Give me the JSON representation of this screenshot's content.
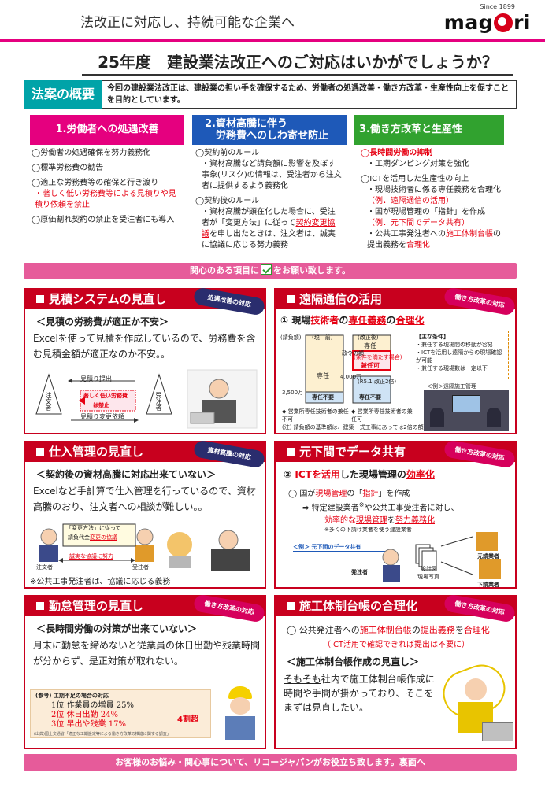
{
  "header": {
    "tagline": "法改正に対応し、持続可能な企業へ"
  },
  "logo": {
    "since": "Since 1899",
    "word_left": "mag",
    "word_right": "ri"
  },
  "title": "25年度　建設業法改正へのご対応はいかがでしょうか？",
  "overview": {
    "label": "法案の概要",
    "text": "今回の建設業法改正は、建設業の担い手を確保するため、労働者の処遇改善・働き方改革・生産性向上を促すことを目的としています。"
  },
  "columns": [
    {
      "heading": "1.労働者への処遇改善",
      "items": [
        "◯労働者の処遇確保を努力義務化",
        "◯標準労務費の勧告",
        "◯適正な労務費等の確保と行き渡り",
        "・著しく低い労務費等による見積りや見積り依頼を禁止",
        "◯原価割れ契約の禁止を受注者にも導入"
      ]
    },
    {
      "heading1": "2.資材高騰に伴う",
      "heading2": "労務費へのしわ寄せ防止",
      "items": [
        "◯契約前のルール",
        "・資材高騰など請負額に影響を及ぼす事象(リスク)の情報は、受注者から注文者に提供するよう義務化",
        "◯契約後のルール",
        "・資材高騰が顕在化した場合に、受注者が「変更方法」に従って",
        "契約変更協議",
        "を申し出たときは、注文者は、誠実に協議に応じる努力義務"
      ]
    },
    {
      "heading": "3.働き方改革と生産性",
      "items": [
        "◯長時間労働の抑制",
        "・工期ダンピング対策を強化",
        "◯ICTを活用した生産性の向上",
        "・現場技術者に係る専任義務を合理化",
        "（例．遠隔通信の活用）",
        "・国が現場管理の「指針」を作成",
        "（例．元下間でデータ共有）",
        "・公共工事発注者への",
        "施工体制台帳",
        "の提出義務を",
        "合理化"
      ]
    }
  ],
  "interest_bar": {
    "before": "関心のある項目に",
    "after": "をお願い致します。"
  },
  "panels": {
    "p1": {
      "title": "見積システムの見直し",
      "tag": "処遇改善の対応",
      "subtitle": "＜見積の労務費が適正か不安＞",
      "body": "Excelを使って見積を作成しているので、労務費を含む見積金額が適正なのか不安。。",
      "diagram": {
        "top": "見積り提出",
        "left": "注文者",
        "right": "受注者",
        "middle1": "著しく低い労務費",
        "middle2": "は禁止",
        "bottom": "見積り変更依頼"
      }
    },
    "p2": {
      "title": "遠隔通信の活用",
      "tag": "働き方改革の対応",
      "subtitle_prefix": "①",
      "subtitle_a": "現場",
      "subtitle_b": "技術者",
      "subtitle_c": "の",
      "subtitle_d": "専任義務",
      "subtitle_e": "の",
      "subtitle_f": "合理化",
      "chart": {
        "ylabel": "(請負額)",
        "before": "(現　前)",
        "after": "(改正後)",
        "senin": "専任",
        "senin2": "専任",
        "kenmu_note": "(条件を満たす場合)",
        "kenmu": "兼任可",
        "y1": "政令の額",
        "y2": "4,000万",
        "y3": "3,500万",
        "y4": "(R5.1 改正2倍)",
        "lower1": "専任不要",
        "lower2": "専任不要",
        "note1": "◆ 営業所専任技術者の兼任不可",
        "note2": "◆ 営業所専任技術者の兼任可",
        "foot": "(注) 請負額の基準額は、建築一式工事にあっては2倍の額"
      },
      "conditions": {
        "title": "【主な条件】",
        "c1": "・兼任する現場間の移動が容易",
        "c2": "・ICTを活用し遠隔からの現場確認が可能",
        "c3": "・兼任する現場数は一定以下"
      },
      "photo_caption": "＜例＞遠隔施工管理"
    },
    "p3": {
      "title": "仕入管理の見直し",
      "tag": "資材高騰の対応",
      "subtitle": "＜契約後の資材高騰に対応出来ていない＞",
      "body": "Excelなど手計算で仕入管理を行っているので、資材高騰のおり、注文者への相談が難しい。。",
      "bubble1": "「変更方法」に従って",
      "bubble2": "請負代金",
      "bubble3": "変更の協議",
      "left": "注文者",
      "right": "受注者",
      "arrow": "誠実な協議に努力",
      "note": "※公共工事発注者は、協議に応じる義務"
    },
    "p4": {
      "title": "元下間でデータ共有",
      "tag": "働き方改革の対応",
      "subtitle_prefix": "②",
      "subtitle_a": "ICTを活用",
      "subtitle_b": "した現場管理の",
      "subtitle_c": "効率化",
      "line1": "◯ 国が",
      "line1b": "現場管理",
      "line1c": "の「",
      "line1d": "指針",
      "line1e": "」を作成",
      "line2": "特定建設業者",
      "line2b": "※",
      "line2c": "や公共工事受注者に対し、",
      "line3a": "効率的な",
      "line3b": "現場管理",
      "line3c": "を",
      "line3d": "努力義務化",
      "line4": "※多くの下請け業者を使う建設業者",
      "example": "＜例＞ 元下間のデータ共有",
      "orderer": "発注者",
      "drawing1": "設計図",
      "drawing2": "現場写真",
      "prime": "元請業者",
      "sub": "下請業者"
    },
    "p5": {
      "title": "勤怠管理の見直し",
      "tag": "働き方改革の対応",
      "subtitle": "＜長時間労働の対策が出来ていない＞",
      "body": "月末に勤怠を締めないと従業員の休日出勤や残業時間が分からず、是正対策が取れない。",
      "ref_title": "(参考) 工期不足の場合の対応",
      "ranks": [
        {
          "rank": "1位",
          "label": "作業員の増員",
          "pct": "25%"
        },
        {
          "rank": "2位",
          "label": "休日出勤",
          "pct": "24%"
        },
        {
          "rank": "3位",
          "label": "早出や残業",
          "pct": "17%"
        }
      ],
      "total": "4割超",
      "source": "(出典)国土交通省「適正な工期設定等による働き方改革の推進に関する調査」"
    },
    "p6": {
      "title": "施工体制台帳の合理化",
      "tag": "働き方改革の対応",
      "line1a": "◯ 公共発注者への",
      "line1b": "施工体制台帳",
      "line1c": "の",
      "line1d": "提出義務",
      "line1e": "を",
      "line1f": "合理化",
      "line2": "（ICT活用で確認できれば提出は不要に）",
      "subtitle": "＜施工体制台帳作成の見直し＞",
      "body_a": "そもそも",
      "body_b": "社内で施工体制台帳作成に時間や手間が掛かっており、そこをまずは見直したい。"
    }
  },
  "bottom_bar": "お客様のお悩み・関心事について、リコージャパンがお役立ち致します。裏面へ",
  "colors": {
    "pink": "#e5007f",
    "blue": "#1e59b8",
    "green": "#31a22f",
    "red": "#c8001e",
    "teal": "#00a3a8"
  }
}
